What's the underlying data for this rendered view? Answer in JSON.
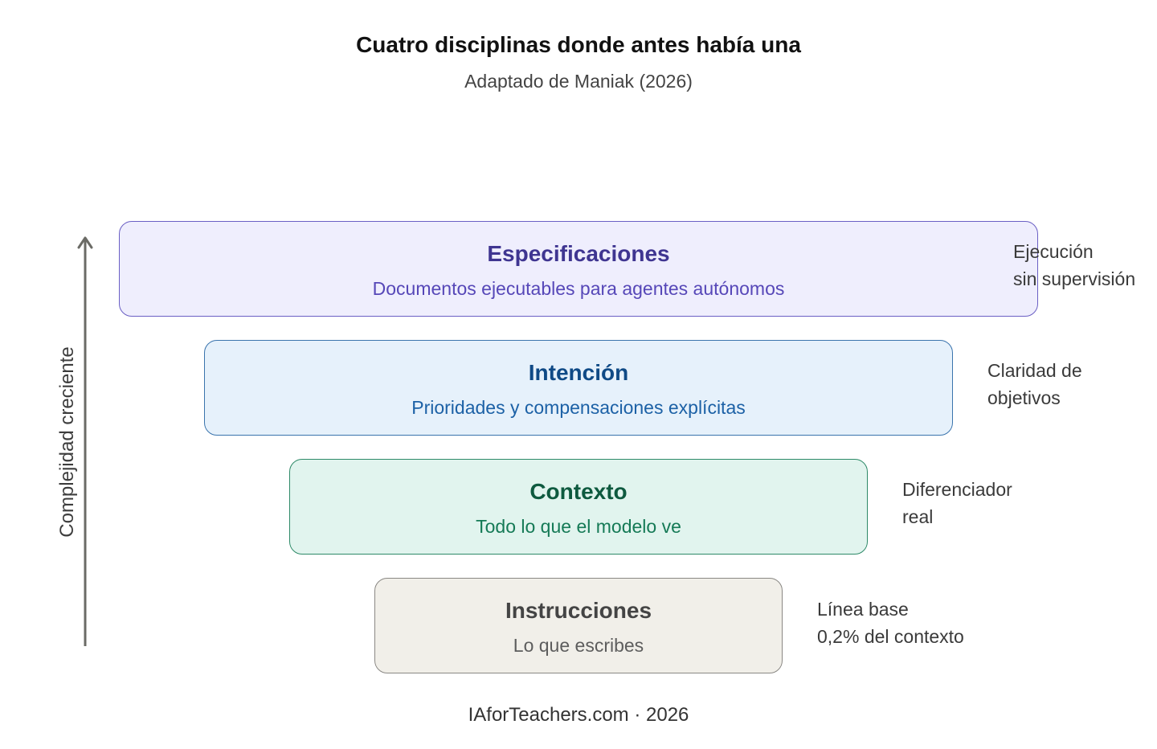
{
  "title": "Cuatro disciplinas donde antes había una",
  "subtitle": "Adaptado de Maniak (2026)",
  "axis": {
    "label": "Complejidad creciente"
  },
  "layers": [
    {
      "name": "Especificaciones",
      "description": "Documentos ejecutables para agentes autónomos",
      "note": [
        "Ejecución",
        "sin supervisión"
      ]
    },
    {
      "name": "Intención",
      "description": "Prioridades y compensaciones explícitas",
      "note": [
        "Claridad de",
        "objetivos"
      ]
    },
    {
      "name": "Contexto",
      "description": "Todo lo que el modelo ve",
      "note": [
        "Diferenciador",
        "real"
      ]
    },
    {
      "name": "Instrucciones",
      "description": "Lo que escribes",
      "note": [
        "Línea base",
        "0,2% del contexto"
      ]
    }
  ],
  "footer": "IAforTeachers.com · 2026",
  "colors": {
    "especificaciones_fill": "#efeefd",
    "especificaciones_border": "#6a5fc4",
    "intencion_fill": "#e6f1fb",
    "intencion_border": "#3a74ad",
    "contexto_fill": "#e1f4ee",
    "contexto_border": "#2e8a68",
    "instrucciones_fill": "#f1efe9",
    "instrucciones_border": "#8a8884",
    "arrow": "#6b6b66"
  }
}
